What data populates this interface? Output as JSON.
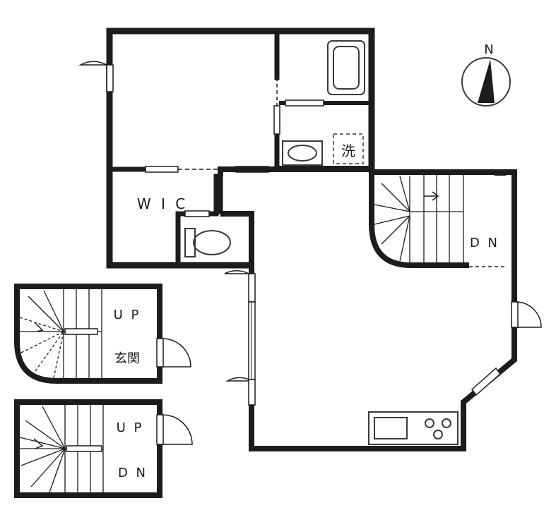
{
  "compass": {
    "north_label": "N"
  },
  "labels": {
    "wic": "W I C",
    "laundry": "洗",
    "stair_upper_dn": "D N",
    "stair_mid_up": "U P",
    "entrance": "玄関",
    "stair_lower_up": "U P",
    "stair_lower_dn": "D N"
  },
  "colors": {
    "wall": "#1c1c1c",
    "fixture": "#3a3a3a",
    "background": "#ffffff"
  }
}
